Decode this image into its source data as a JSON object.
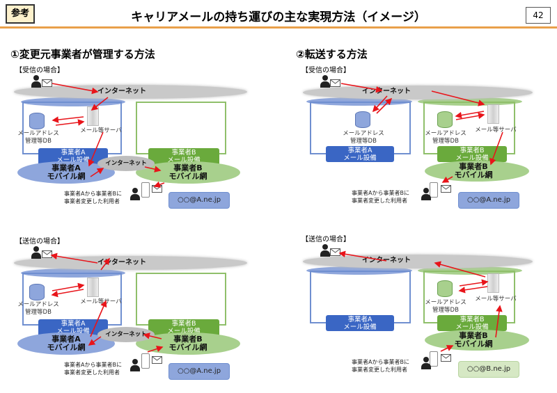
{
  "header": {
    "badge": "参考",
    "title": "キャリアメールの持ち運びの主な実現方法（イメージ）",
    "page_number": "42"
  },
  "sections": [
    {
      "title": "①変更元事業者が管理する方法"
    },
    {
      "title": "②転送する方法"
    }
  ],
  "common": {
    "internet": "インターネット",
    "db_label_1": "メールアドレス",
    "db_label_2": "管理等DB",
    "server_label": "メール等サーバ",
    "carrierA_mail_1": "事業者A",
    "carrierA_mail_2": "メール設備",
    "carrierB_mail_1": "事業者B",
    "carrierB_mail_2": "メール設備",
    "carrierA_mobile_1": "事業者A",
    "carrierA_mobile_2": "モバイル網",
    "carrierB_mobile_1": "事業者B",
    "carrierB_mobile_2": "モバイル網",
    "user_1": "事業者Aから事業者Bに",
    "user_2": "事業者変更した利用者"
  },
  "panels": [
    {
      "case": "【受信の場合】",
      "address": "○○@A.ne.jp"
    },
    {
      "case": "【受信の場合】",
      "address": "○○@A.ne.jp"
    },
    {
      "case": "【送信の場合】",
      "address": "○○@A.ne.jp"
    },
    {
      "case": "【送信の場合】",
      "address": "○○@B.ne.jp"
    }
  ],
  "colors": {
    "arrow": "#e8141a",
    "carrierA": "#3a66c4",
    "carrierB": "#6aaa3c",
    "rule": "#e9a04a"
  }
}
